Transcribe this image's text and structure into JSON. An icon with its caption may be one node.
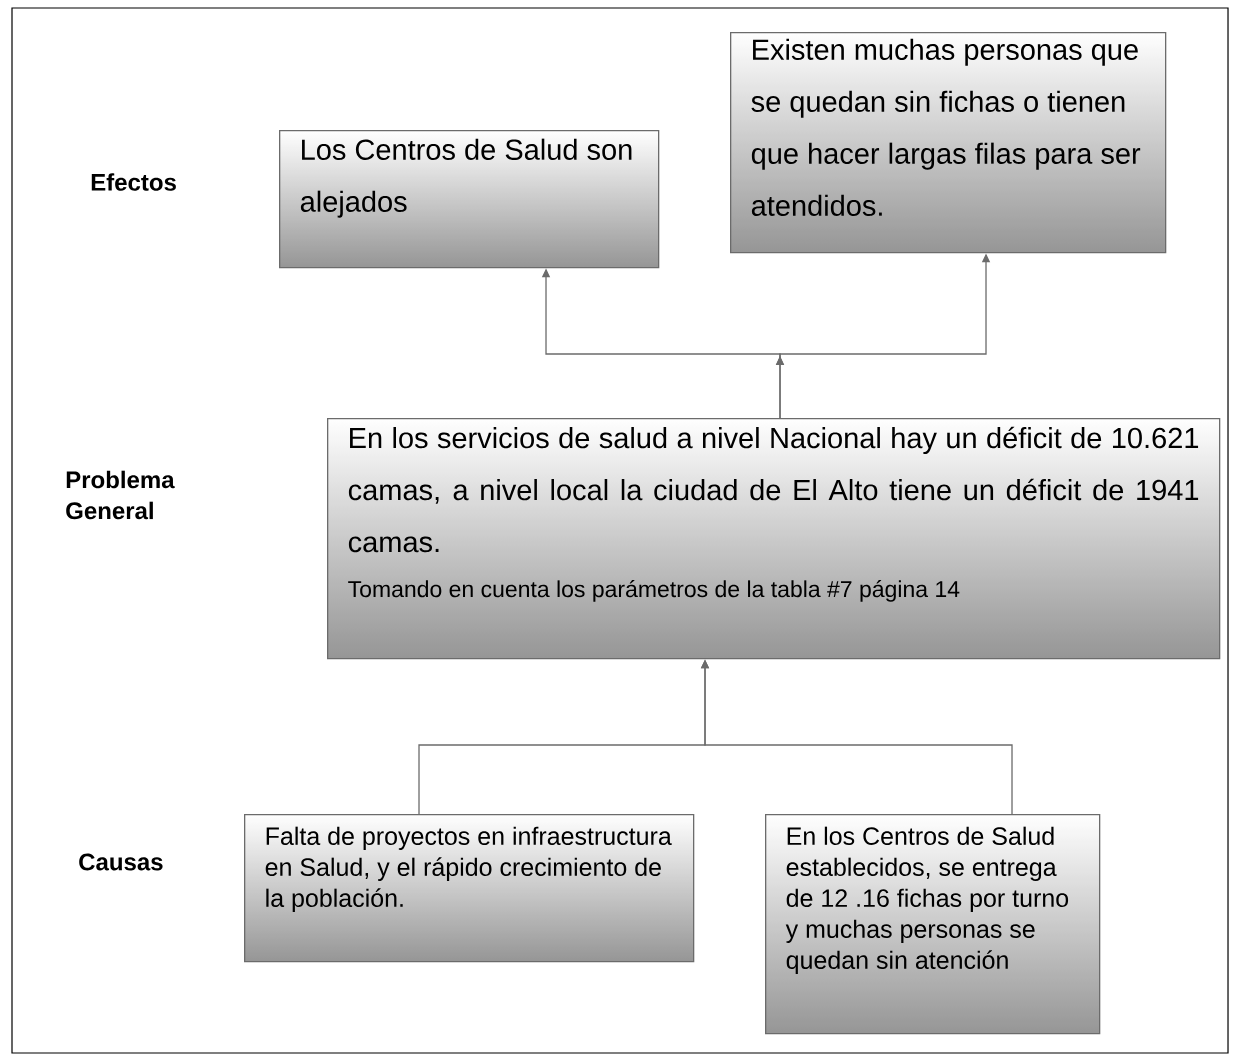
{
  "diagram": {
    "nodes": [
      {
        "text": [
          "Los Centros de Salud son alejados"
        ]
      },
      {
        "text": [
          "Existen muchas personas que se quedan sin fichas o tienen que hacer largas filas para ser atendidos."
        ]
      },
      {
        "text": [
          "En los servicios de salud a nivel Nacional hay un déficit de 10.621 camas, a nivel local la ciudad de El Alto tiene un déficit de 1941 camas.",
          "Tomando en cuenta los parámetros de la tabla #7 página 14"
        ]
      },
      {
        "text": [
          "Falta de proyectos en infraestructura en Salud, y el rápido crecimiento de la población."
        ]
      },
      {
        "text": [
          "En los Centros de Salud establecidos, se entrega de 12 .16 fichas por turno y muchas personas se quedan sin atención"
        ]
      }
    ],
    "edges": [
      {
        "from": 2,
        "to": 0,
        "arrow": "to"
      },
      {
        "from": 2,
        "to": 1,
        "arrow": "to"
      },
      {
        "from": 3,
        "to": 2,
        "arrow": "to"
      },
      {
        "from": 4,
        "to": 2,
        "arrow": "to"
      }
    ],
    "labels": [
      "Efectos",
      "Problema General",
      "Causas"
    ]
  }
}
